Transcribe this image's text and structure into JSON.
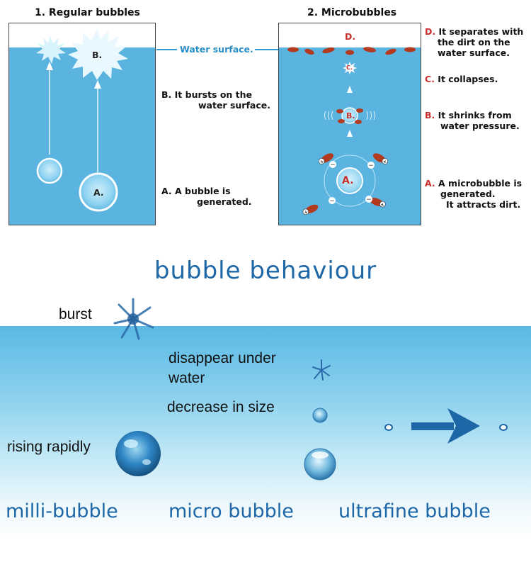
{
  "panel1": {
    "title": "1. Regular bubbles",
    "bubble_b": "B.",
    "bubble_a": "A.",
    "label_b_key": "B.",
    "label_b_line1": "It bursts on the",
    "label_b_line2": "water surface.",
    "label_a_key": "A.",
    "label_a_line1": "A bubble is",
    "label_a_line2": "generated."
  },
  "water_surface": "Water surface.",
  "panel2": {
    "title": "2. Microbubbles",
    "mark_d": "D.",
    "mark_c": "C.",
    "mark_b": "B.",
    "mark_a": "A.",
    "label_d_key": "D.",
    "label_d_line1": "It separates with",
    "label_d_line2": "the dirt on the",
    "label_d_line3": "water surface.",
    "label_c_key": "C.",
    "label_c_line1": "It collapses.",
    "label_b_key": "B.",
    "label_b_line1": "It shrinks from",
    "label_b_line2": "water pressure.",
    "label_a_key": "A.",
    "label_a_line1": "A microbubble is",
    "label_a_line2": "generated.",
    "label_a_line3": "It attracts dirt."
  },
  "behaviour": {
    "title": "bubble behaviour",
    "burst": "burst",
    "disappear_line1": "disappear under",
    "disappear_line2": "water",
    "decrease": "decrease in size",
    "rising": "rising rapidly",
    "cat_milli": "milli-bubble",
    "cat_micro": "micro bubble",
    "cat_ultra": "ultrafine bubble"
  },
  "colors": {
    "water": "#5bb4df",
    "accent_blue": "#1e67a6",
    "label_red": "#c9302c",
    "dirt": "#b23a1f"
  }
}
